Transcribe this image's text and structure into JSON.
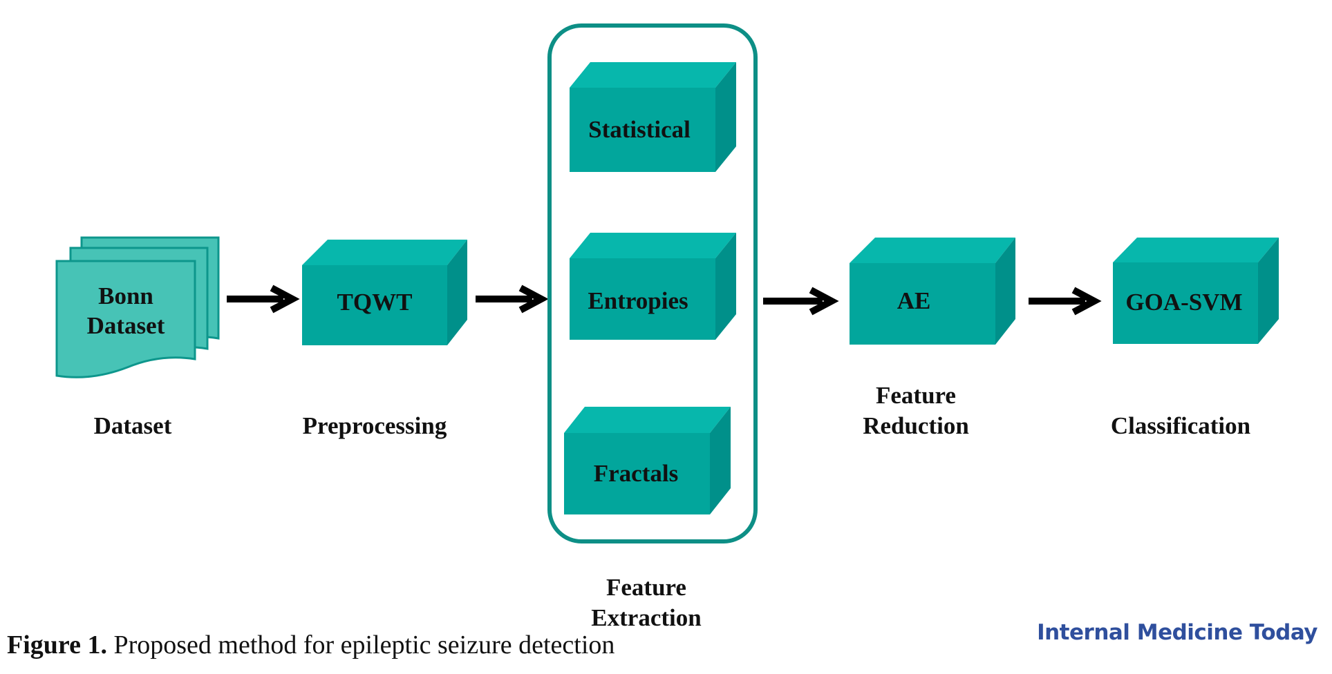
{
  "colors": {
    "box_front": "#02a69c",
    "box_top": "#07b7ac",
    "box_side": "#00908a",
    "doc_fill": "#47c3b6",
    "doc_stroke": "#0d968c",
    "group_border": "#0d8f86",
    "arrow": "#000000",
    "publisher": "#2f4f9d"
  },
  "nodes": {
    "dataset_doc": {
      "line1": "Bonn",
      "line2": "Dataset",
      "icon": "stacked-documents-icon"
    },
    "tqwt": "TQWT",
    "statistical": "Statistical",
    "entropies": "Entropies",
    "fractals": "Fractals",
    "ae": "AE",
    "goa_svm": "GOA-SVM"
  },
  "stages": {
    "dataset": "Dataset",
    "preprocessing": "Preprocessing",
    "feature_extraction": {
      "line1": "Feature",
      "line2": "Extraction"
    },
    "feature_reduction": {
      "line1": "Feature",
      "line2": "Reduction"
    },
    "classification": "Classification"
  },
  "caption": {
    "number": "Figure 1.",
    "text": " Proposed method for epileptic seizure detection"
  },
  "publisher": "Internal Medicine Today"
}
